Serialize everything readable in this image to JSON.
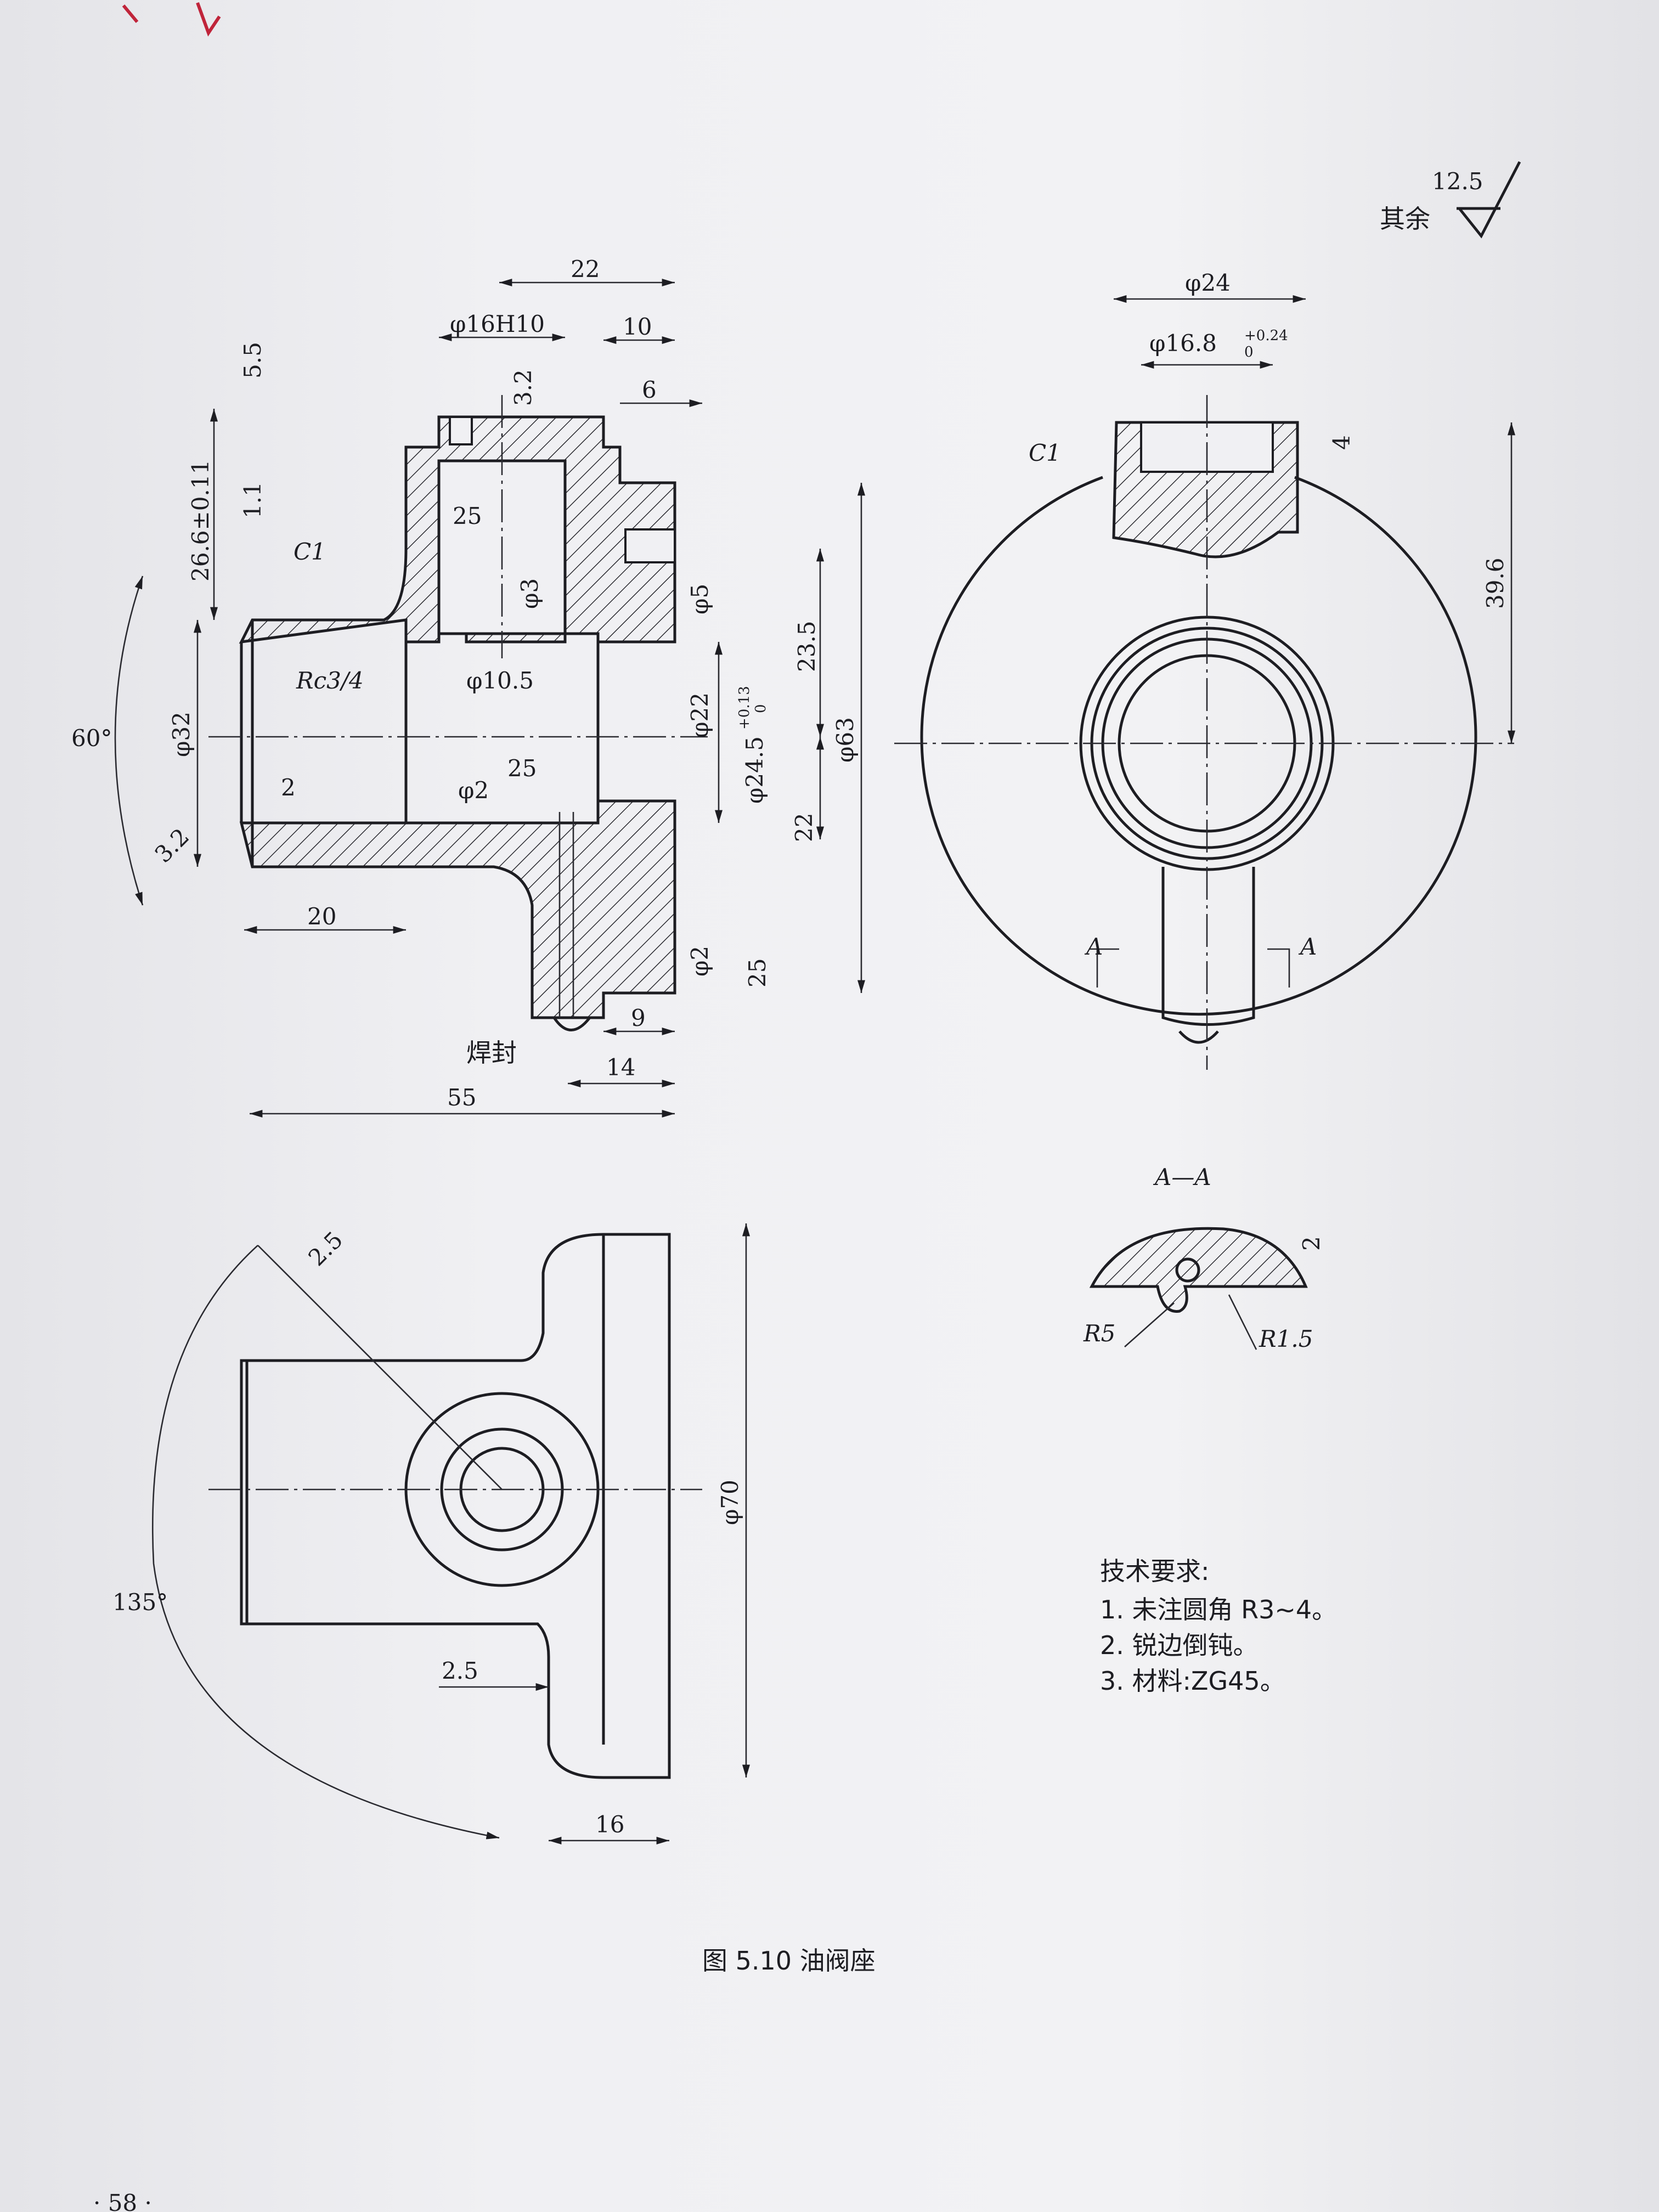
{
  "surface_finish_other": {
    "value": "12.5",
    "label": "其余"
  },
  "dims": {
    "d22": "22",
    "d16h10": "φ16H10",
    "d10": "10",
    "d6": "6",
    "d5_5": "5.5",
    "d3_2a": "3.2",
    "d26_6": "26.6±0.11",
    "d1_1": "1.1",
    "c1a": "C1",
    "rc": "Rc3/4",
    "d25a": "25",
    "d3": "φ3",
    "d5": "φ5",
    "d23_5": "23.5",
    "d10_5": "φ10.5",
    "d22b": "φ22",
    "d24_5": "φ24.5",
    "d24_5_tol_up": "+0.13",
    "d24_5_tol_lo": "0",
    "d63": "φ63",
    "d60deg": "60°",
    "d32": "φ32",
    "d2": "2",
    "d2phi": "φ2",
    "d25b": "25",
    "d22c": "22",
    "d3_2b": "3.2",
    "d20": "20",
    "d2phi_b": "φ2",
    "d25c": "25",
    "d9": "9",
    "d14": "14",
    "d55": "55",
    "weld": "焊封",
    "d24": "φ24",
    "d16_8": "φ16.8",
    "d16_8_tol_up": "+0.24",
    "d16_8_tol_lo": "0",
    "c1b": "C1",
    "d4": "4",
    "d39_6": "39.6",
    "secA": "A",
    "d2_5a": "2.5",
    "d135": "135°",
    "d2_5b": "2.5",
    "d16": "16",
    "d70": "φ70",
    "aa": "A—A",
    "d2s": "2",
    "r5": "R5",
    "r1_5": "R1.5"
  },
  "tech_requirements": {
    "title": "技术要求:",
    "items": [
      "1. 未注圆角 R3~4。",
      "2. 锐边倒钝。",
      "3. 材料:ZG45。"
    ]
  },
  "caption": "图 5.10    油阀座",
  "page_number": "· 58 ·"
}
